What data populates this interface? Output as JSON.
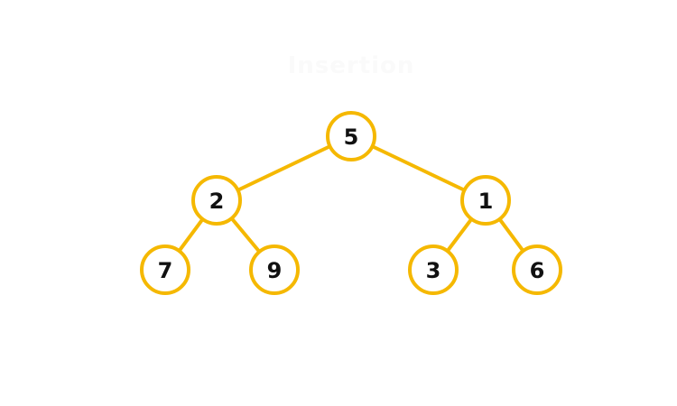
{
  "diagram": {
    "caption": "Insertion",
    "colors": {
      "node_stroke": "#f5b800",
      "edge": "#f5b800",
      "label": "#111111"
    },
    "nodes": [
      {
        "id": "n5",
        "label": "5"
      },
      {
        "id": "n2",
        "label": "2"
      },
      {
        "id": "n1",
        "label": "1"
      },
      {
        "id": "n7",
        "label": "7"
      },
      {
        "id": "n9",
        "label": "9"
      },
      {
        "id": "n3",
        "label": "3"
      },
      {
        "id": "n6",
        "label": "6"
      }
    ],
    "edges": [
      {
        "from": "n5",
        "to": "n2"
      },
      {
        "from": "n5",
        "to": "n1"
      },
      {
        "from": "n2",
        "to": "n7"
      },
      {
        "from": "n2",
        "to": "n9"
      },
      {
        "from": "n1",
        "to": "n3"
      },
      {
        "from": "n1",
        "to": "n6"
      }
    ]
  }
}
